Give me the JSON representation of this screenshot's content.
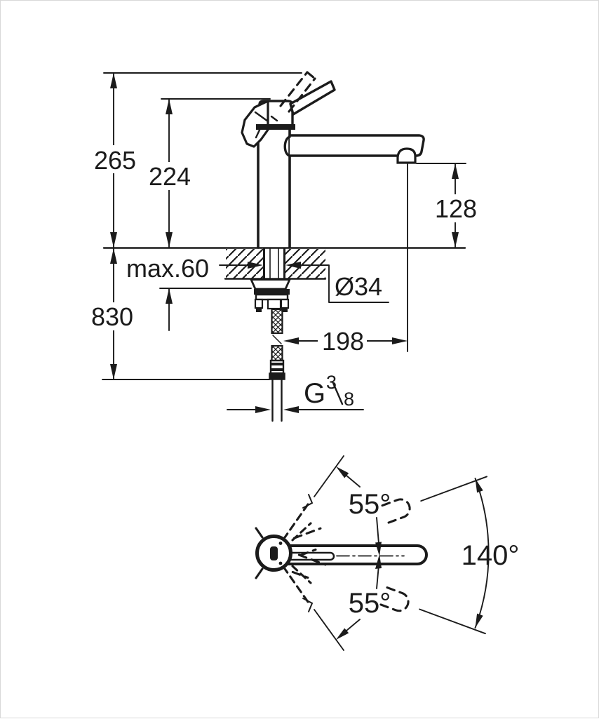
{
  "drawing": {
    "side_view": {
      "total_height": "265",
      "body_height": "224",
      "spout_clearance": "128",
      "max_deck_thickness": "max.60",
      "below_deck_length": "830",
      "hole_diameter": "Ø34",
      "spout_reach": "198",
      "thread": {
        "prefix": "G",
        "numerator": "3",
        "denominator": "8"
      }
    },
    "top_view": {
      "swivel_upper": "55°",
      "swivel_lower": "55°",
      "swivel_total": "140°"
    },
    "colors": {
      "line": "#1b1b1b",
      "background": "#ffffff"
    }
  }
}
